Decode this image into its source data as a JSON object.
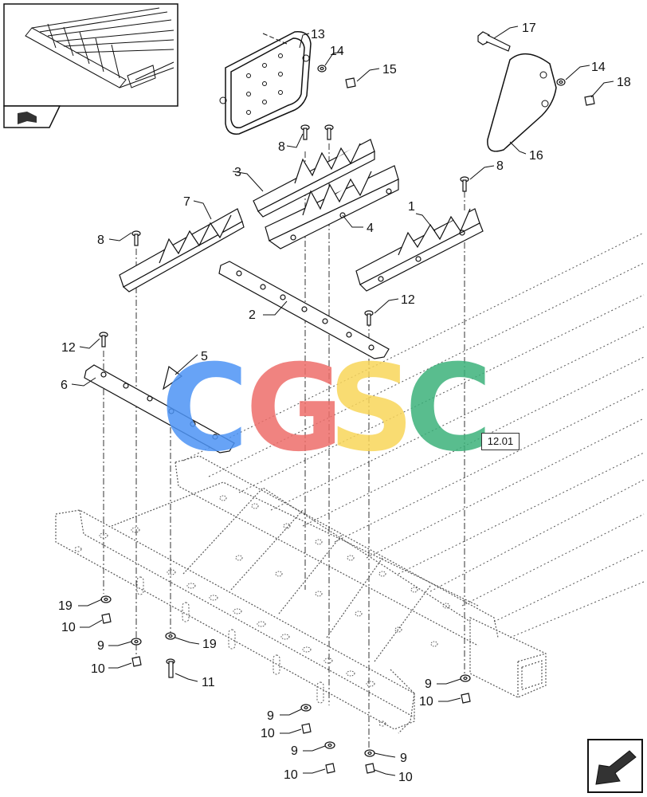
{
  "watermark": {
    "letters": [
      "C",
      "G",
      "S",
      "C"
    ],
    "colors": [
      "#4d94f5",
      "#ee6e6a",
      "#f9d65a",
      "#3db27b"
    ]
  },
  "reference": {
    "text": "12.01"
  },
  "callouts": {
    "c1": "1",
    "c2": "2",
    "c3": "3",
    "c4": "4",
    "c5": "5",
    "c6": "6",
    "c7": "7",
    "c8a": "8",
    "c8b": "8",
    "c8c": "8",
    "c9a": "9",
    "c9b": "9",
    "c9c": "9",
    "c9d": "9",
    "c9e": "9",
    "c10a": "10",
    "c10b": "10",
    "c10c": "10",
    "c10d": "10",
    "c10e": "10",
    "c11": "11",
    "c12a": "12",
    "c12b": "12",
    "c13": "13",
    "c14a": "14",
    "c14b": "14",
    "c15": "15",
    "c16": "16",
    "c17": "17",
    "c18": "18",
    "c19a": "19",
    "c19b": "19"
  }
}
